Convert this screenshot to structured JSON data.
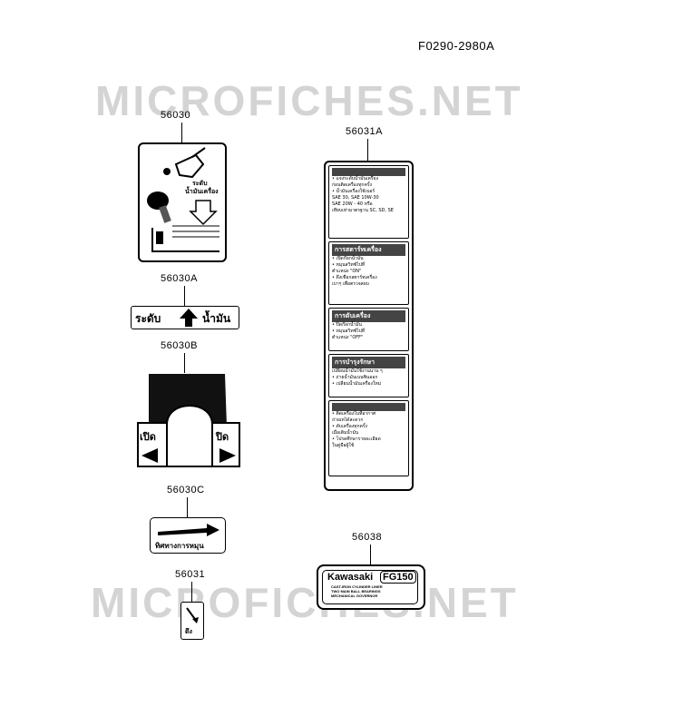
{
  "diagram_code": "F0290-2980A",
  "watermark_text": "MICROFICHES.NET",
  "parts": {
    "p56030": "56030",
    "p56030A": "56030A",
    "p56030B": "56030B",
    "p56030C": "56030C",
    "p56031": "56031",
    "p56031A": "56031A",
    "p56038": "56038"
  },
  "labels": {
    "oil_level_a_left": "ระดับ",
    "oil_level_a_right": "น้ำมัน",
    "oil_level_small_1": "ระดับ",
    "oil_level_small_2": "น้ำมันเครื่อง",
    "open": "เปิด",
    "close": "ปิด",
    "rotation": "ทิศทางการหมุน",
    "pull": "ดึง",
    "brand": "Kawasaki",
    "model": "FG150",
    "brand_line1": "CAST-IRON CYLINDER LINER",
    "brand_line2": "TWO MAIN BALL BEARINGS",
    "brand_line3": "MECHANICAL GOVERNOR"
  },
  "instruction_label": {
    "s1_lines": [
      "• แจงระดับน้ำมันเครื่อง",
      "ก่อนติดเครื่องทุกครั้ง",
      "• น้ำมันเครื่องใช้เบอร์",
      "SAE 30, SAE 10W-30",
      "SAE 20W - 40 หรือ",
      "เทียบเท่ามาตรฐาน SC, SD, SE"
    ],
    "s2_title": "การสตาร์ทเครื่อง",
    "s2_lines": [
      "• เปิดก๊อกน้ำมัน",
      "• หมุนสวิทซ์ไปที่",
      "ตำแหน่ง \"ON\"",
      "• ดึงเชือกสตาร์ทเครื่อง",
      "เบาๆ เพื่อตรวจสอบ"
    ],
    "s3_title": "การดับเครื่อง",
    "s3_lines": [
      "• ปิดก๊อกน้ำมัน",
      "• หมุนสวิทซ์ไปที่",
      "ตำแหน่ง \"OFF\""
    ],
    "s4_title": "การบำรุงรักษา",
    "s4_lines": [
      "เปลี่ยนน้ำมันใช้งานนาน ๆ",
      "• ถ่ายน้ำมันเบนซินออก",
      "• เปลี่ยนน้ำมันเครื่องใหม่"
    ],
    "s5_lines": [
      "• ติดเครื่องในที่อากาศ",
      "ถ่ายเทได้สะดวก",
      "• ดับเครื่องทุกครั้ง",
      "เมื่อเติมน้ำมัน",
      "• โปรดศึกษารายละเอียด",
      "ในคู่มือผู้ใช้"
    ]
  }
}
